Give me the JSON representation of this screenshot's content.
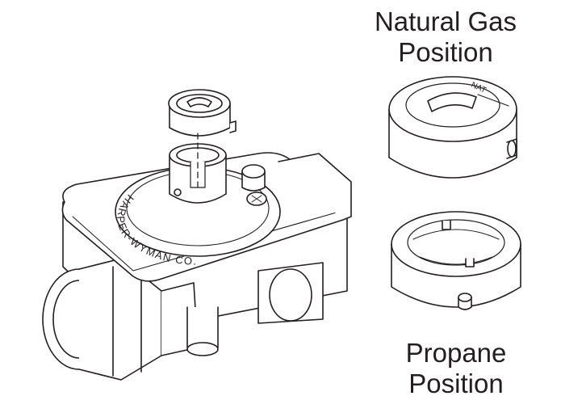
{
  "diagram": {
    "natural_gas_caption": {
      "line1": "Natural Gas",
      "line2": "Position"
    },
    "propane_caption": {
      "line1": "Propane",
      "line2": "Position"
    },
    "body_embossing": "HARPER-WYMAN CO.",
    "ng_cap_marking": "NAT",
    "colors": {
      "stroke": "#231f20",
      "fill": "#ffffff",
      "shade": "#f2f2f2"
    }
  }
}
